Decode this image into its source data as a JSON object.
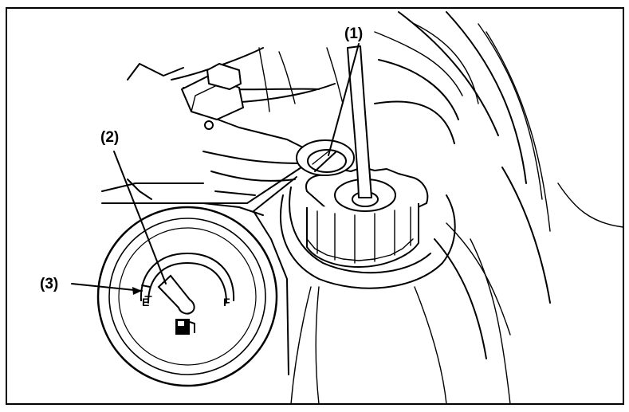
{
  "callouts": {
    "one": "(1)",
    "two": "(2)",
    "three": "(3)"
  },
  "gauge": {
    "empty_mark": "E",
    "full_mark": "F",
    "icon": "fuel-pump-icon"
  }
}
